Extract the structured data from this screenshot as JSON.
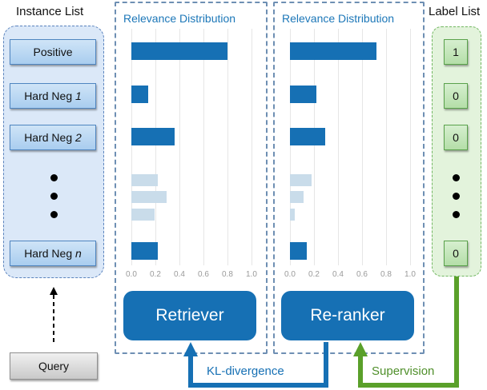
{
  "instance_list": {
    "title": "Instance List",
    "items": [
      {
        "prefix": "Positive",
        "suffix": ""
      },
      {
        "prefix": "Hard Neg ",
        "suffix": "1"
      },
      {
        "prefix": "Hard Neg ",
        "suffix": "2"
      },
      {
        "prefix": "Hard Neg ",
        "suffix": "n"
      }
    ]
  },
  "label_list": {
    "title": "Label List",
    "items": [
      "1",
      "0",
      "0",
      "0"
    ]
  },
  "query": {
    "label": "Query"
  },
  "retriever_panel": {
    "title": "Relevance Distribution",
    "model_label": "Retriever",
    "bars": [
      0.8,
      0.14,
      0.36,
      0.22,
      0.29,
      0.19,
      0.22
    ]
  },
  "reranker_panel": {
    "title": "Relevance Distribution",
    "model_label": "Re-ranker",
    "bars": [
      0.72,
      0.22,
      0.29,
      0.18,
      0.11,
      0.04,
      0.14
    ]
  },
  "axis_ticks": [
    "0.0",
    "0.2",
    "0.4",
    "0.6",
    "0.8",
    "1.0"
  ],
  "flows": {
    "kl_label": "KL-divergence",
    "supervision_label": "Supervision"
  },
  "colors": {
    "primary_blue": "#1670b4",
    "faint_blue": "#c9dcea",
    "green": "#5aa02a",
    "instance_bg": "#dbe8f8",
    "label_bg": "#e3f3dc"
  }
}
